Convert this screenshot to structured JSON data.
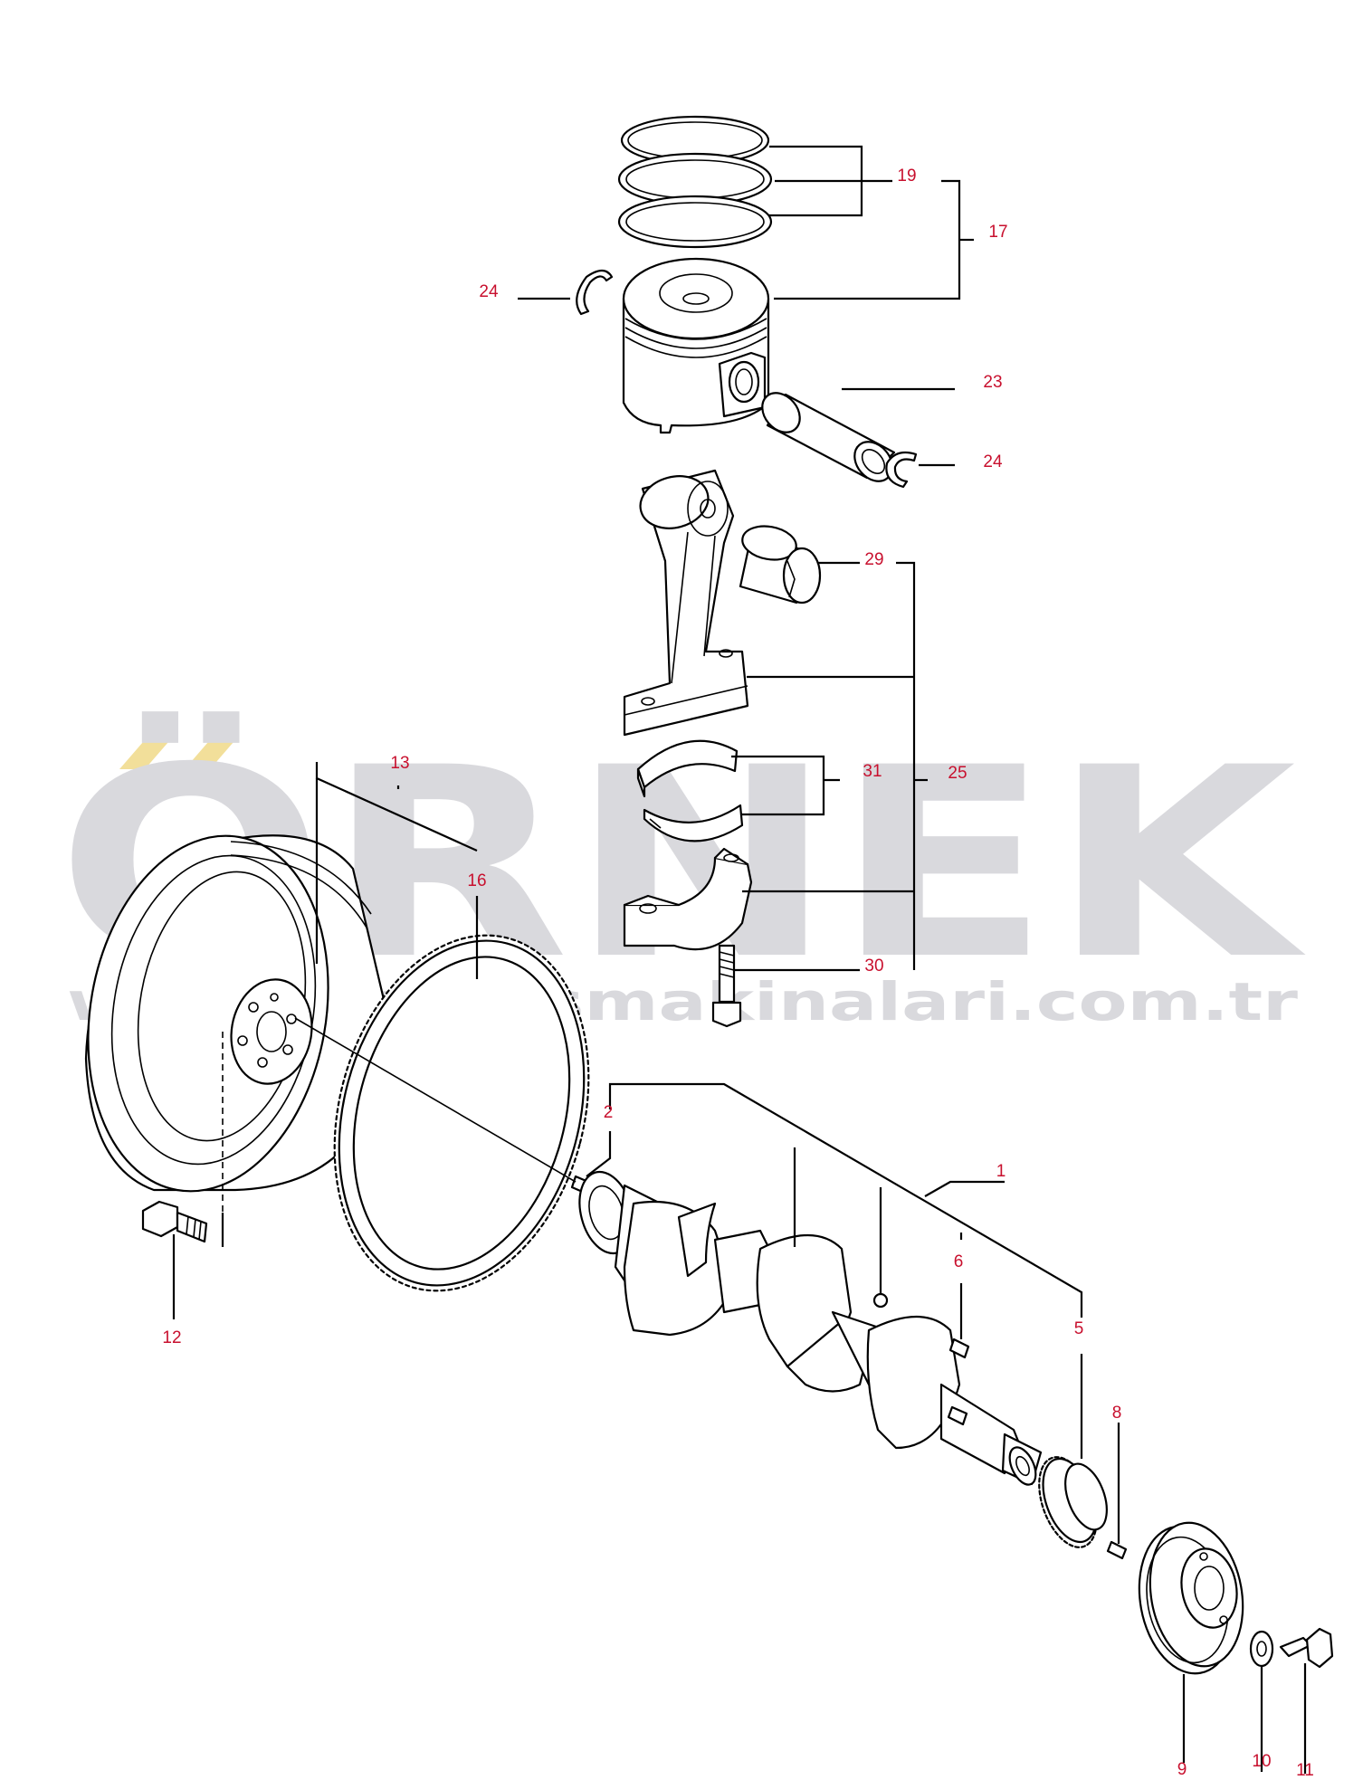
{
  "watermark": {
    "logo_text": "ÖRNEK",
    "url_text": "www.ornekismakinalari.com.tr",
    "logo_color": "#d9d9dd",
    "accent_color": "#f2df9a"
  },
  "callout_color": "#c8102e",
  "callouts": [
    {
      "id": "19",
      "label": "19"
    },
    {
      "id": "17",
      "label": "17"
    },
    {
      "id": "24a",
      "label": "24"
    },
    {
      "id": "23",
      "label": "23"
    },
    {
      "id": "24b",
      "label": "24"
    },
    {
      "id": "29",
      "label": "29"
    },
    {
      "id": "31",
      "label": "31"
    },
    {
      "id": "25",
      "label": "25"
    },
    {
      "id": "30",
      "label": "30"
    },
    {
      "id": "13",
      "label": "13"
    },
    {
      "id": "16",
      "label": "16"
    },
    {
      "id": "2",
      "label": "2"
    },
    {
      "id": "1",
      "label": "1"
    },
    {
      "id": "6",
      "label": "6"
    },
    {
      "id": "5",
      "label": "5"
    },
    {
      "id": "8",
      "label": "8"
    },
    {
      "id": "12",
      "label": "12"
    },
    {
      "id": "9",
      "label": "9"
    },
    {
      "id": "10",
      "label": "10"
    },
    {
      "id": "11",
      "label": "11"
    }
  ]
}
